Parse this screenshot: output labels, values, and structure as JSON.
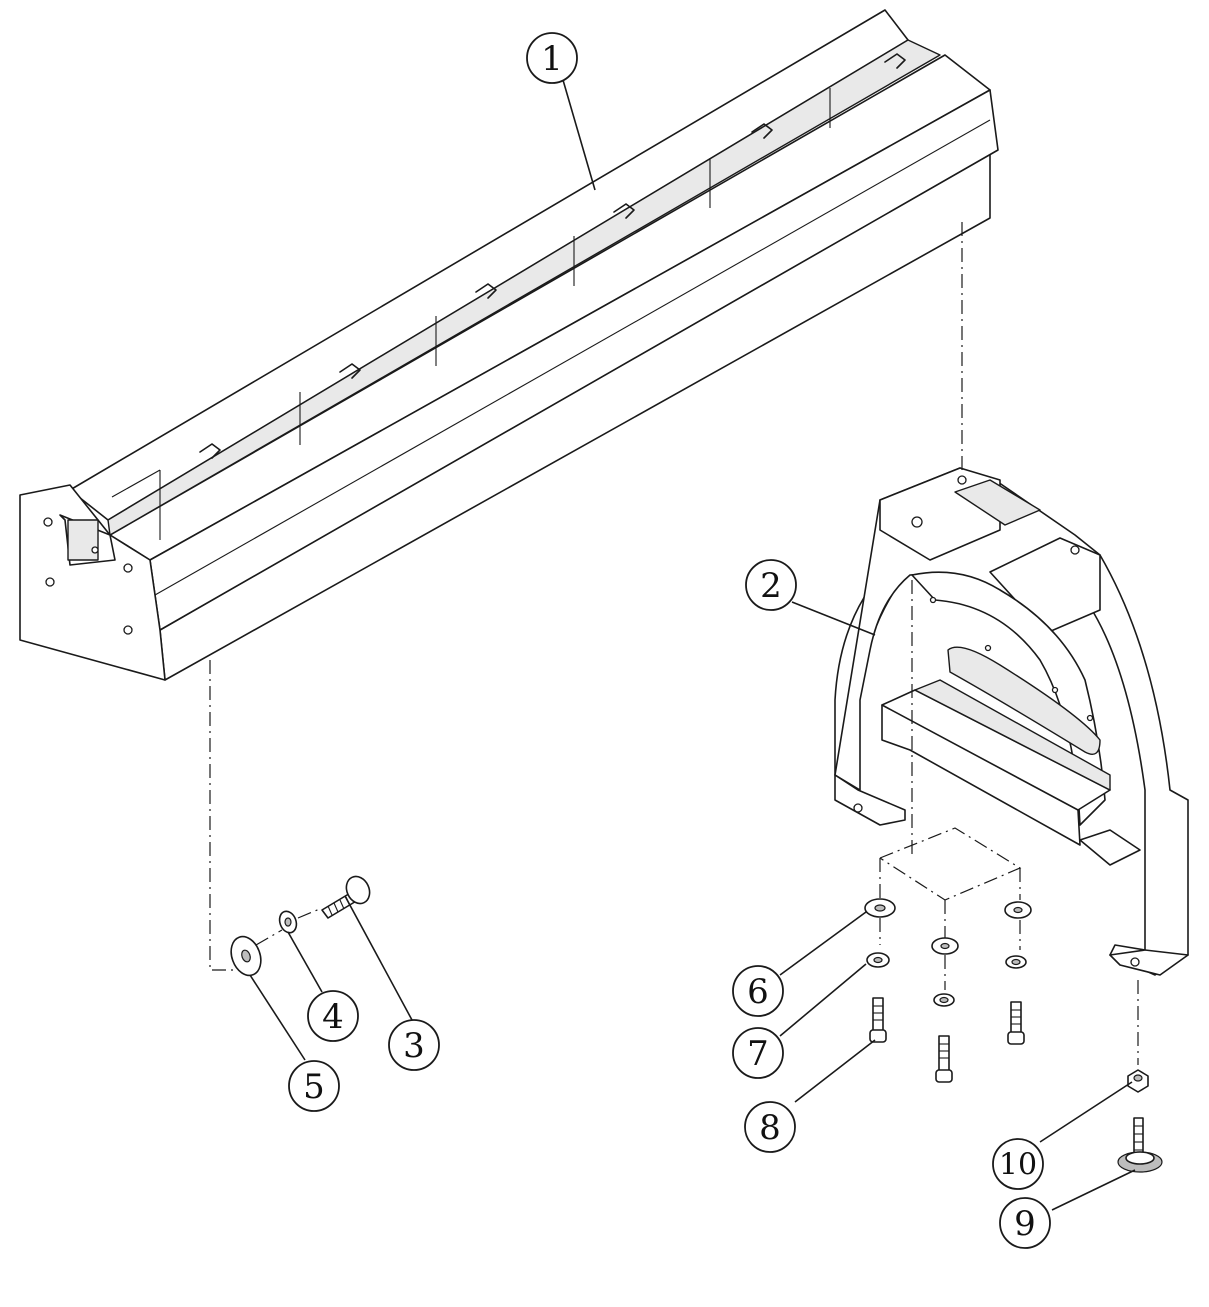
{
  "diagram": {
    "callouts": [
      {
        "id": "c1",
        "label": "1"
      },
      {
        "id": "c2",
        "label": "2"
      },
      {
        "id": "c3",
        "label": "3"
      },
      {
        "id": "c4",
        "label": "4"
      },
      {
        "id": "c5",
        "label": "5"
      },
      {
        "id": "c6",
        "label": "6"
      },
      {
        "id": "c7",
        "label": "7"
      },
      {
        "id": "c8",
        "label": "8"
      },
      {
        "id": "c9",
        "label": "9"
      },
      {
        "id": "c10",
        "label": "10"
      }
    ]
  }
}
